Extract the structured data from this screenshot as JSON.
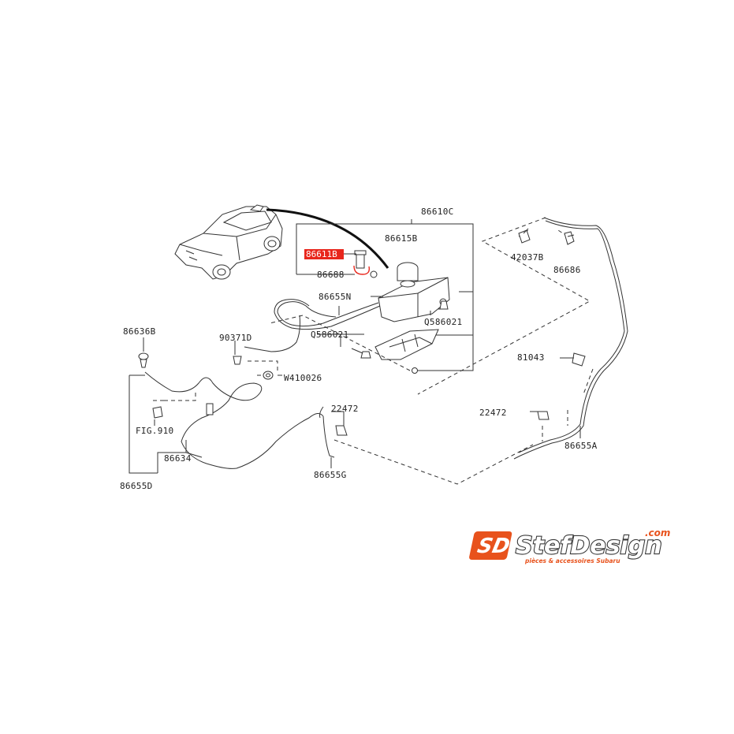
{
  "diagram": {
    "labels": {
      "p86610C": "86610C",
      "p86615B": "86615B",
      "p86611B": "86611B",
      "p86688": "86688",
      "p86655N": "86655N",
      "pQ586021a": "Q586021",
      "pQ586021b": "Q586021",
      "p42037B": "42037B",
      "p86686": "86686",
      "p86636B": "86636B",
      "p90371D": "90371D",
      "pW410026": "W410026",
      "pFIG910": "FIG.910",
      "p86634": "86634",
      "p86655D": "86655D",
      "p22472a": "22472",
      "p86655G": "86655G",
      "p81043": "81043",
      "p22472b": "22472",
      "p86655A": "86655A"
    },
    "highlight_color": "#e8261c"
  },
  "logo": {
    "mark": "SD",
    "brand": "StefDesign",
    "domain": ".com",
    "tagline": "pièces & accessoires Subaru",
    "accent": "#e8521c"
  }
}
